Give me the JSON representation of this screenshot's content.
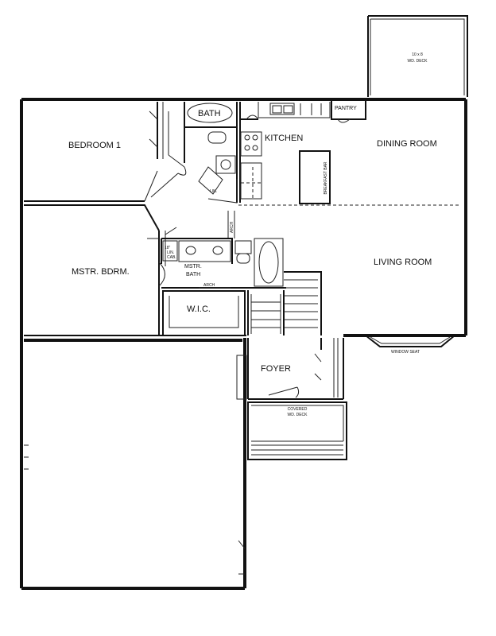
{
  "rooms": {
    "deck": [
      "10 x 8",
      "WD. DECK"
    ],
    "pantry": "PANTRY",
    "bath": "BATH",
    "kitchen": "KITCHEN",
    "dining_room": "DINING ROOM",
    "breakfast_bar": "BREAKFAST BAR",
    "bedroom_1": "BEDROOM 1",
    "linen": "LIN.",
    "arch_hall": "ARCH",
    "lin_cab": [
      "18\"",
      "LIN.",
      "CAB."
    ],
    "master_bath": [
      "MSTR.",
      "BATH"
    ],
    "living_room": "LIVING ROOM",
    "master_bedroom": "MSTR. BDRM.",
    "arch_bath": "ARCH",
    "walk_in_closet": "W.I.C.",
    "window_seat": "WINDOW SEAT",
    "foyer": "FOYER",
    "covered_deck": [
      "COVERED",
      "WD. DECK"
    ]
  }
}
